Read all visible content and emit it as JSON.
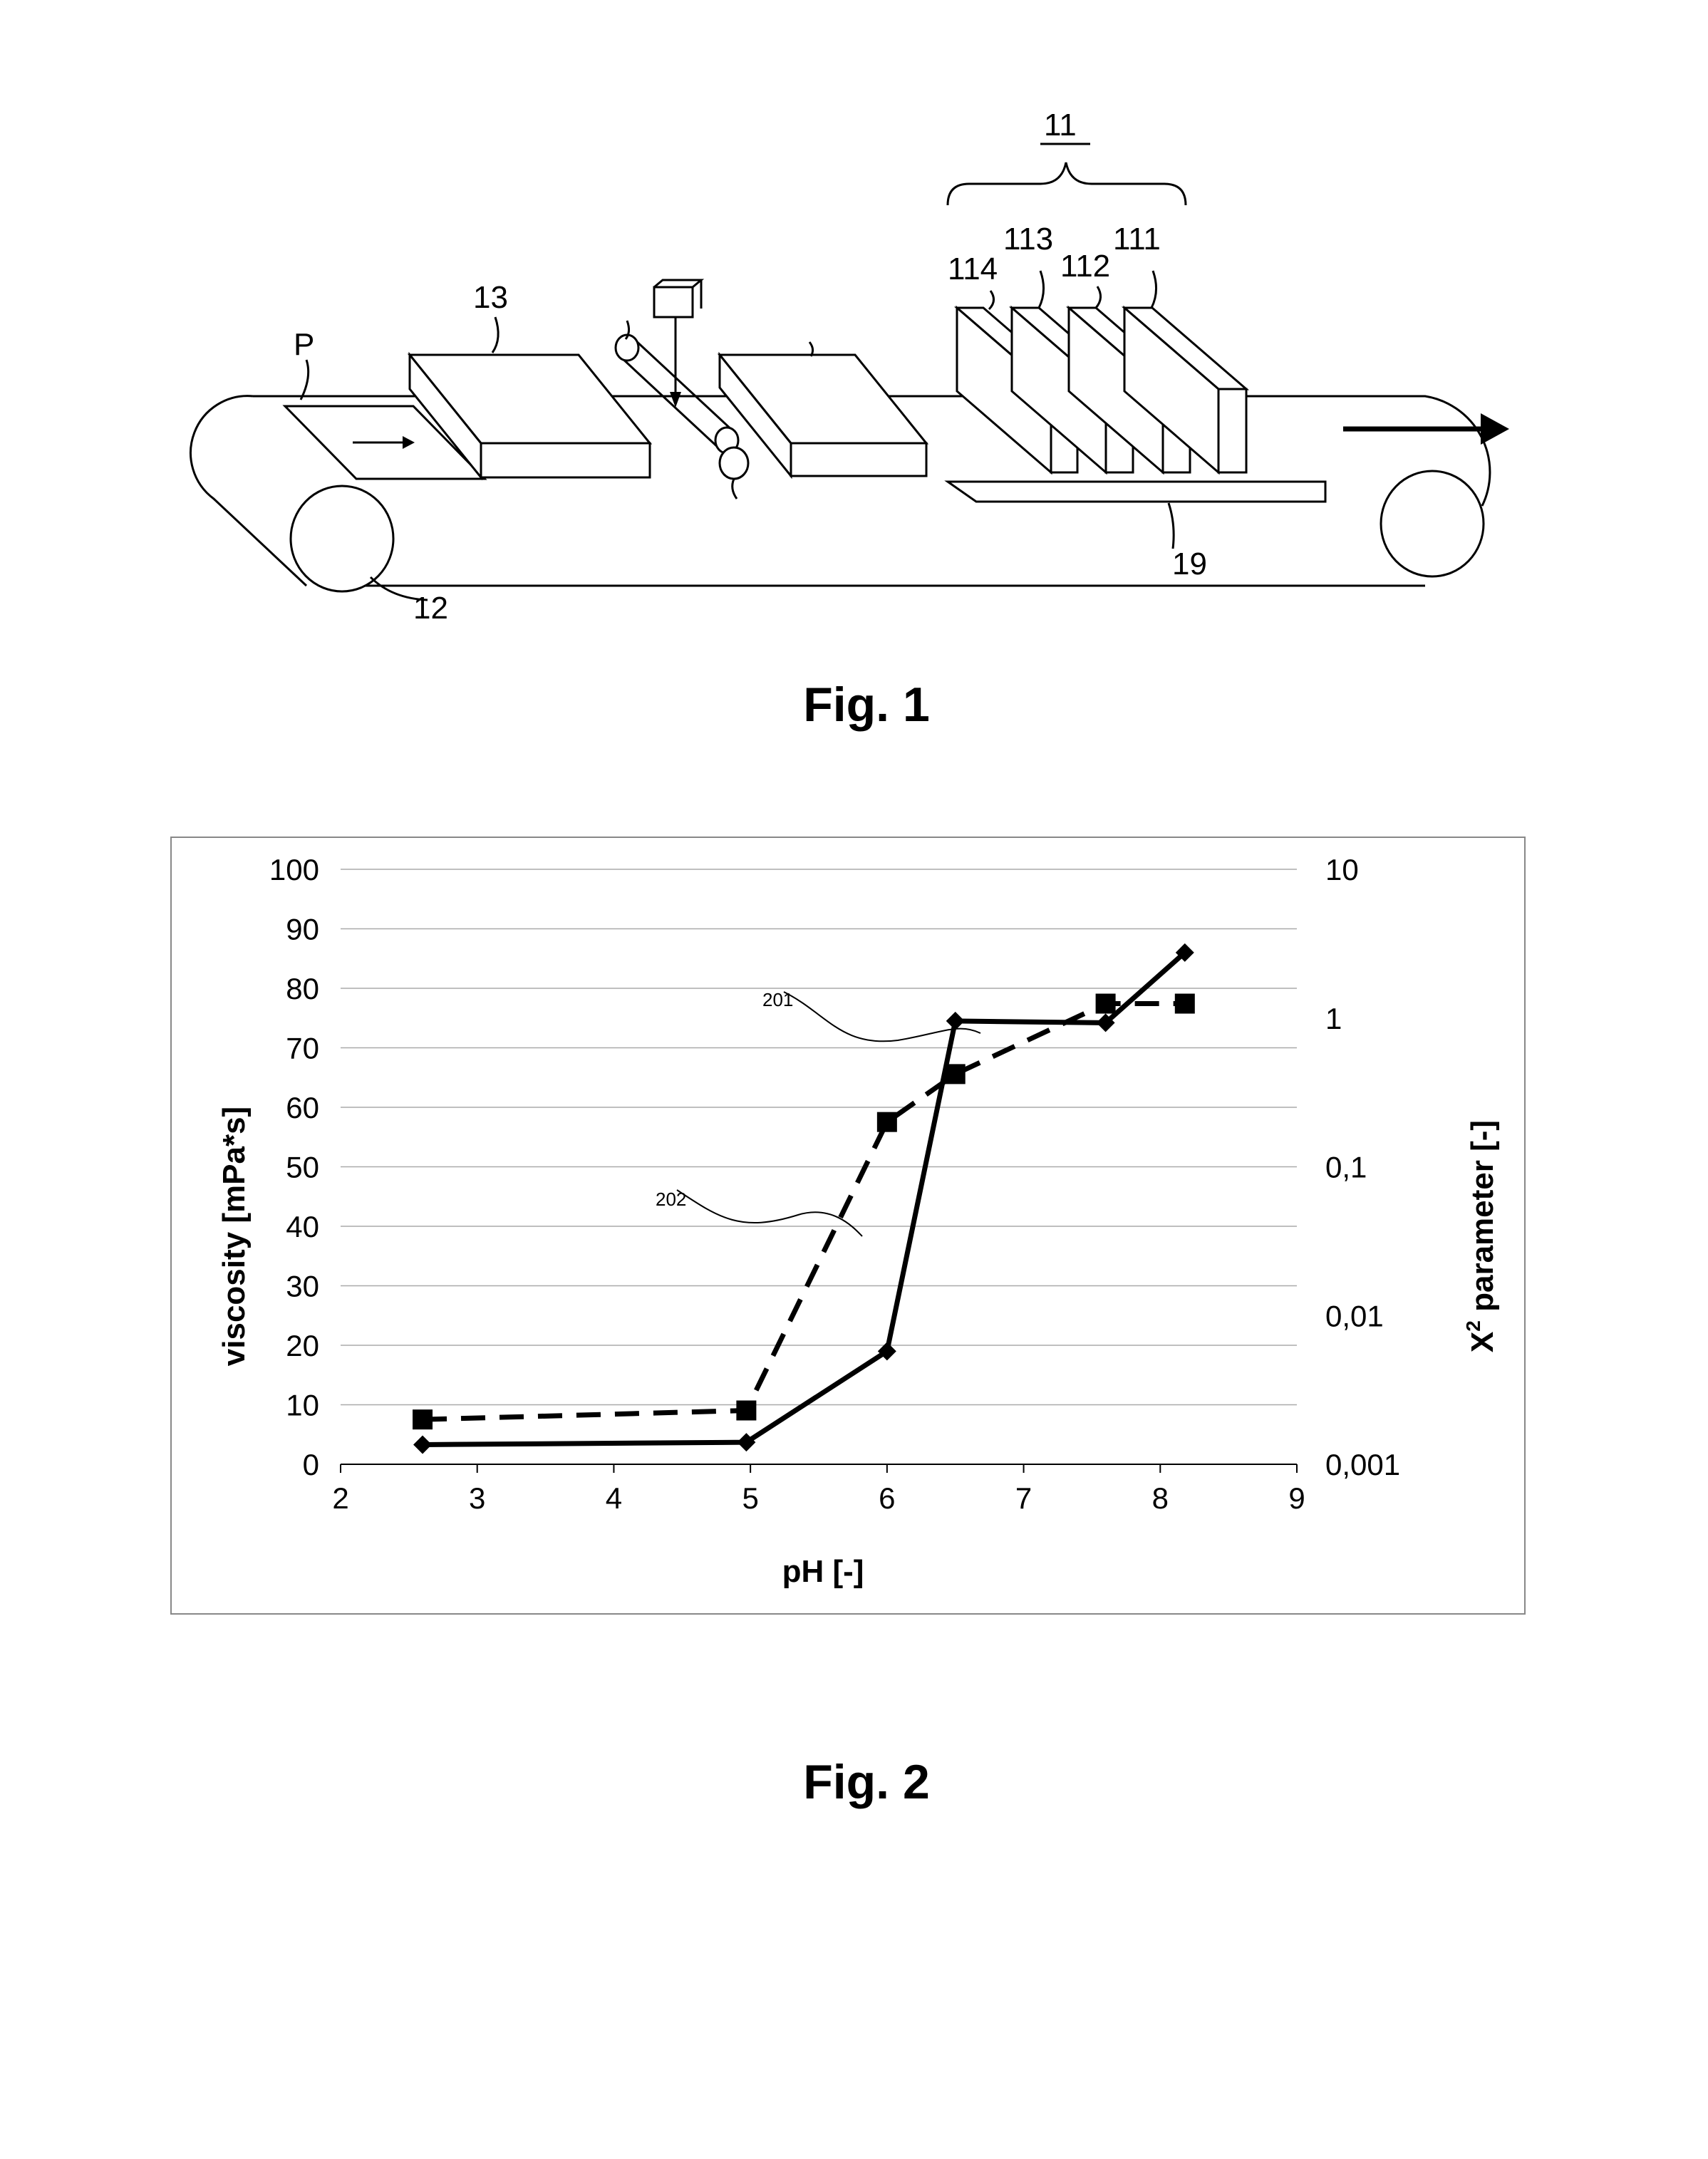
{
  "figure1": {
    "caption": "Fig. 1",
    "labels": {
      "group": "11",
      "unit_114": "114",
      "unit_113": "113",
      "unit_112": "112",
      "unit_111": "111",
      "block_13": "13",
      "sheet_p": "P",
      "belt_12": "12",
      "plate_19": "19"
    }
  },
  "figure2": {
    "caption": "Fig. 2",
    "y_left_ticks": [
      "0",
      "10",
      "20",
      "30",
      "40",
      "50",
      "60",
      "70",
      "80",
      "90",
      "100"
    ],
    "y_right_ticks": [
      "0,001",
      "0,01",
      "0,1",
      "1",
      "10"
    ],
    "x_ticks": [
      "2",
      "3",
      "4",
      "5",
      "6",
      "7",
      "8",
      "9"
    ],
    "xlabel": "pH [-]",
    "ylabel": "viscosity [mPa*s]",
    "y2label_main": "X",
    "y2label_sup": "2",
    "y2label_rest": " parameter [-]",
    "annotation_201": "201",
    "annotation_202": "202"
  },
  "chart_data": {
    "type": "line",
    "xlabel": "pH [-]",
    "ylabel": "viscosity [mPa*s]",
    "y2label": "X2 parameter [-]",
    "xlim": [
      2,
      9
    ],
    "ylim": [
      0,
      100
    ],
    "y2lim": [
      0.001,
      10
    ],
    "y2scale": "log",
    "grid": true,
    "series": [
      {
        "name": "201",
        "axis": "left",
        "style": "solid",
        "marker": "diamond",
        "x": [
          2.6,
          4.97,
          6.0,
          6.5,
          7.6,
          8.18
        ],
        "y": [
          3.3,
          3.7,
          19,
          74.5,
          74.2,
          86
        ]
      },
      {
        "name": "202",
        "axis": "right",
        "style": "dashed",
        "marker": "square",
        "x": [
          2.6,
          4.97,
          6.0,
          6.5,
          7.6,
          8.18
        ],
        "y": [
          0.002,
          0.0023,
          0.2,
          0.42,
          1.25,
          1.25
        ]
      }
    ]
  }
}
